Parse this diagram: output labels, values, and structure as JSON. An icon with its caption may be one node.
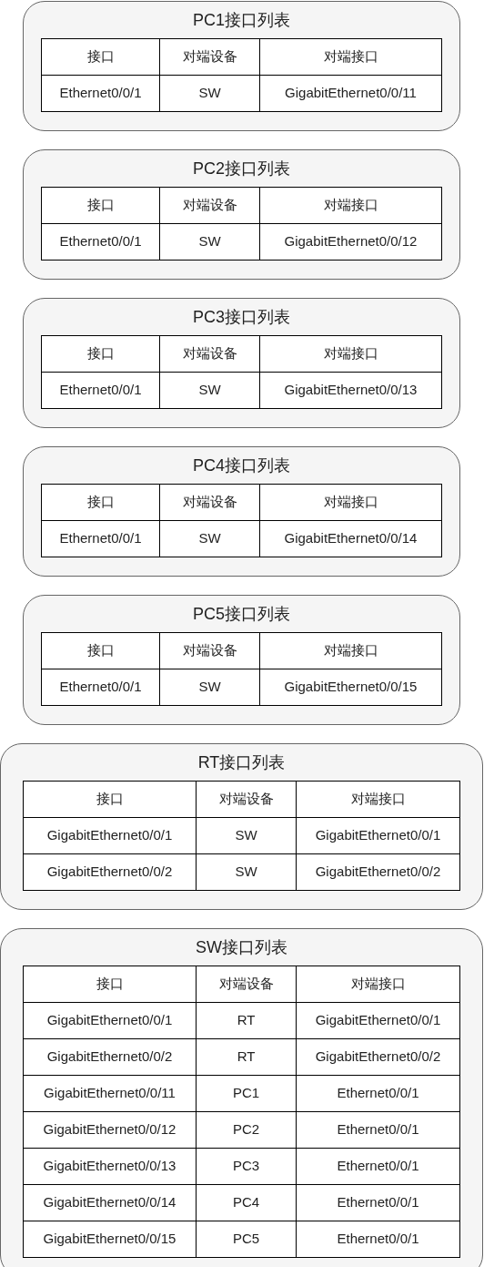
{
  "diagram": {
    "nodes": [
      {
        "text": [
          "PC1接口列表"
        ]
      },
      {
        "text": [
          "接口"
        ],
        "in": 0
      },
      {
        "text": [
          "对端设备"
        ],
        "in": 0
      },
      {
        "text": [
          "对端接口"
        ],
        "in": 0
      },
      {
        "text": [
          "Ethernet0/0/1"
        ],
        "in": 0
      },
      {
        "text": [
          "SW"
        ],
        "in": 0
      },
      {
        "text": [
          "GigabitEthernet0/0/11"
        ],
        "in": 0
      },
      {
        "text": [
          "PC2接口列表"
        ]
      },
      {
        "text": [
          "接口"
        ],
        "in": 7
      },
      {
        "text": [
          "对端设备"
        ],
        "in": 7
      },
      {
        "text": [
          "对端接口"
        ],
        "in": 7
      },
      {
        "text": [
          "Ethernet0/0/1"
        ],
        "in": 7
      },
      {
        "text": [
          "SW"
        ],
        "in": 7
      },
      {
        "text": [
          "GigabitEthernet0/0/12"
        ],
        "in": 7
      },
      {
        "text": [
          "PC3接口列表"
        ]
      },
      {
        "text": [
          "接口"
        ],
        "in": 14
      },
      {
        "text": [
          "对端设备"
        ],
        "in": 14
      },
      {
        "text": [
          "对端接口"
        ],
        "in": 14
      },
      {
        "text": [
          "Ethernet0/0/1"
        ],
        "in": 14
      },
      {
        "text": [
          "SW"
        ],
        "in": 14
      },
      {
        "text": [
          "GigabitEthernet0/0/13"
        ],
        "in": 14
      },
      {
        "text": [
          "PC4接口列表"
        ]
      },
      {
        "text": [
          "接口"
        ],
        "in": 21
      },
      {
        "text": [
          "对端设备"
        ],
        "in": 21
      },
      {
        "text": [
          "对端接口"
        ],
        "in": 21
      },
      {
        "text": [
          "Ethernet0/0/1"
        ],
        "in": 21
      },
      {
        "text": [
          "SW"
        ],
        "in": 21
      },
      {
        "text": [
          "GigabitEthernet0/0/14"
        ],
        "in": 21
      },
      {
        "text": [
          "PC5接口列表"
        ]
      },
      {
        "text": [
          "接口"
        ],
        "in": 28
      },
      {
        "text": [
          "对端设备"
        ],
        "in": 28
      },
      {
        "text": [
          "对端接口"
        ],
        "in": 28
      },
      {
        "text": [
          "Ethernet0/0/1"
        ],
        "in": 28
      },
      {
        "text": [
          "SW"
        ],
        "in": 28
      },
      {
        "text": [
          "GigabitEthernet0/0/15"
        ],
        "in": 28
      },
      {
        "text": [
          "RT接口列表"
        ]
      },
      {
        "text": [
          "接口"
        ],
        "in": 35
      },
      {
        "text": [
          "对端设备"
        ],
        "in": 35
      },
      {
        "text": [
          "对端接口"
        ],
        "in": 35
      },
      {
        "text": [
          "GigabitEthernet0/0/1"
        ],
        "in": 35
      },
      {
        "text": [
          "SW"
        ],
        "in": 35
      },
      {
        "text": [
          "GigabitEthernet0/0/1"
        ],
        "in": 35
      },
      {
        "text": [
          "GigabitEthernet0/0/2"
        ],
        "in": 35
      },
      {
        "text": [
          "SW"
        ],
        "in": 35
      },
      {
        "text": [
          "GigabitEthernet0/0/2"
        ],
        "in": 35
      },
      {
        "text": [
          "SW接口列表"
        ]
      },
      {
        "text": [
          "接口"
        ],
        "in": 45
      },
      {
        "text": [
          "对端设备"
        ],
        "in": 45
      },
      {
        "text": [
          "对端接口"
        ],
        "in": 45
      },
      {
        "text": [
          "GigabitEthernet0/0/1"
        ],
        "in": 45
      },
      {
        "text": [
          "RT"
        ],
        "in": 45
      },
      {
        "text": [
          "GigabitEthernet0/0/1"
        ],
        "in": 45
      },
      {
        "text": [
          "GigabitEthernet0/0/2"
        ],
        "in": 45
      },
      {
        "text": [
          "RT"
        ],
        "in": 45
      },
      {
        "text": [
          "GigabitEthernet0/0/2"
        ],
        "in": 45
      },
      {
        "text": [
          "GigabitEthernet0/0/11"
        ],
        "in": 45
      },
      {
        "text": [
          "PC1"
        ],
        "in": 45
      },
      {
        "text": [
          "Ethernet0/0/1"
        ],
        "in": 45
      },
      {
        "text": [
          "GigabitEthernet0/0/12"
        ],
        "in": 45
      },
      {
        "text": [
          "PC2"
        ],
        "in": 45
      },
      {
        "text": [
          "Ethernet0/0/1"
        ],
        "in": 45
      },
      {
        "text": [
          "GigabitEthernet0/0/13"
        ],
        "in": 45
      },
      {
        "text": [
          "PC3"
        ],
        "in": 45
      },
      {
        "text": [
          "Ethernet0/0/1"
        ],
        "in": 45
      },
      {
        "text": [
          "GigabitEthernet0/0/14"
        ],
        "in": 45
      },
      {
        "text": [
          "PC4"
        ],
        "in": 45
      },
      {
        "text": [
          "Ethernet0/0/1"
        ],
        "in": 45
      },
      {
        "text": [
          "GigabitEthernet0/0/15"
        ],
        "in": 45
      },
      {
        "text": [
          "PC5"
        ],
        "in": 45
      },
      {
        "text": [
          "Ethernet0/0/1"
        ],
        "in": 45
      }
    ]
  }
}
